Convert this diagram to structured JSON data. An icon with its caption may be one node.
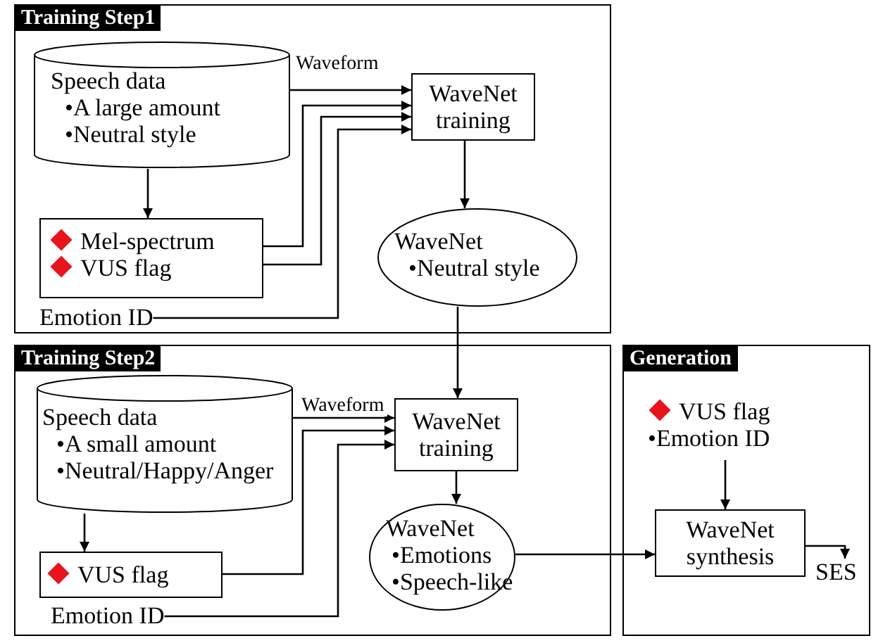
{
  "diagram": {
    "nodes": [
      {
        "text": [
          "Training Step1"
        ]
      },
      {
        "text": [
          "Speech data",
          "•A large amount",
          "•Neutral style"
        ],
        "in": 0
      },
      {
        "text": [
          "WaveNet training"
        ],
        "in": 0
      },
      {
        "text": [
          "Mel-spectrum",
          "VUS flag"
        ],
        "in": 0
      },
      {
        "text": [
          "Emotion ID"
        ],
        "in": 0
      },
      {
        "text": [
          "WaveNet",
          "•Neutral style"
        ],
        "in": 0
      },
      {
        "text": [
          "Training Step2"
        ]
      },
      {
        "text": [
          "Speech data",
          "•A small amount",
          "•Neutral/Happy/Anger"
        ],
        "in": 6
      },
      {
        "text": [
          "WaveNet training"
        ],
        "in": 6
      },
      {
        "text": [
          "VUS flag"
        ],
        "in": 6
      },
      {
        "text": [
          "Emotion ID"
        ],
        "in": 6
      },
      {
        "text": [
          "WaveNet",
          "•Emotions",
          "•Speech-like"
        ],
        "in": 6
      },
      {
        "text": [
          "Generation"
        ]
      },
      {
        "text": [
          "VUS flag",
          "•Emotion ID"
        ],
        "in": 12
      },
      {
        "text": [
          "WaveNet synthesis"
        ],
        "in": 12
      },
      {
        "text": [
          "SES"
        ],
        "in": 12
      }
    ],
    "edges": [
      {
        "from": 1,
        "to": 2,
        "arrow": "to",
        "label": "Waveform"
      },
      {
        "from": 1,
        "to": 3,
        "arrow": "to"
      },
      {
        "from": 3,
        "to": 2,
        "arrow": "to"
      },
      {
        "from": 3,
        "to": 2,
        "arrow": "to"
      },
      {
        "from": 4,
        "to": 2,
        "arrow": "to"
      },
      {
        "from": 2,
        "to": 5,
        "arrow": "to"
      },
      {
        "from": 5,
        "to": 8,
        "arrow": "to"
      },
      {
        "from": 7,
        "to": 8,
        "arrow": "to",
        "label": "Waveform"
      },
      {
        "from": 7,
        "to": 9,
        "arrow": "to"
      },
      {
        "from": 9,
        "to": 8,
        "arrow": "to"
      },
      {
        "from": 10,
        "to": 8,
        "arrow": "to"
      },
      {
        "from": 8,
        "to": 11,
        "arrow": "to"
      },
      {
        "from": 11,
        "to": 14,
        "arrow": "to"
      },
      {
        "from": 13,
        "to": 14,
        "arrow": "to"
      },
      {
        "from": 14,
        "to": 15,
        "arrow": "to"
      }
    ]
  }
}
